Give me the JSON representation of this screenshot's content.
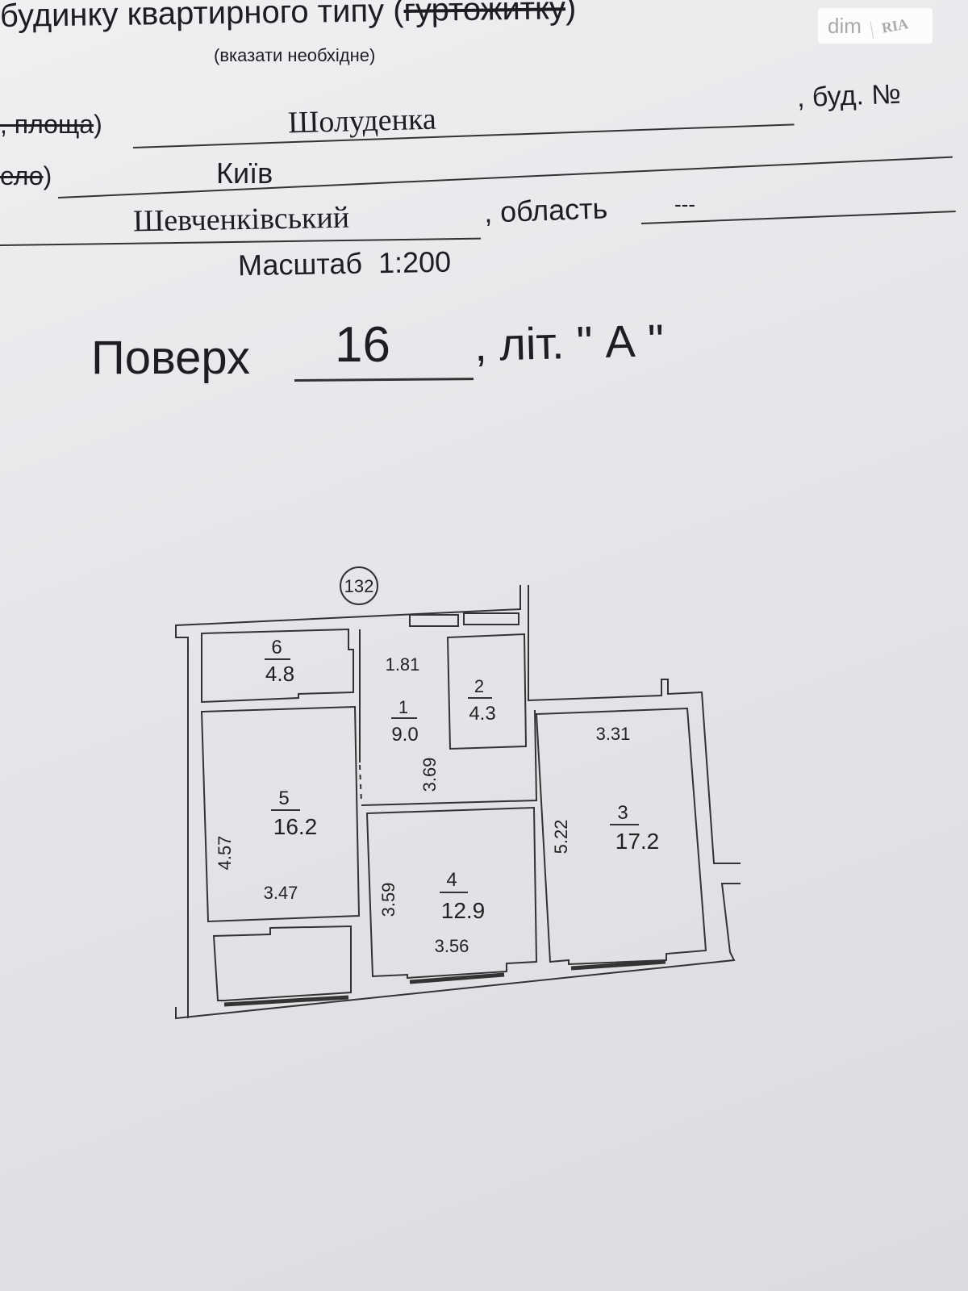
{
  "header": {
    "title_prefix": "будинку квартирного типу (",
    "title_struck": "гуртожитку",
    "title_suffix": ")",
    "hint": "(вказати необхідне)"
  },
  "address": {
    "street_label_struck": ", площа",
    "street_label_end": ")",
    "street_value": "Шолуденка",
    "building_label": ", буд. №",
    "city_label_struck": "ело",
    "city_label_end": ")",
    "city_value": "Київ",
    "district_value": "Шевченківський",
    "region_label": ", область",
    "region_value": "---"
  },
  "scale": {
    "label": "Масштаб",
    "value": "1:200"
  },
  "floor": {
    "label": "Поверх",
    "value": "16",
    "lit_label": ", літ. \"",
    "lit_value": "A",
    "lit_close": "\""
  },
  "plan": {
    "unit_number": "132",
    "rooms": [
      {
        "no": "1",
        "area": "9.0"
      },
      {
        "no": "2",
        "area": "4.3"
      },
      {
        "no": "3",
        "area": "17.2"
      },
      {
        "no": "4",
        "area": "12.9"
      },
      {
        "no": "5",
        "area": "16.2"
      },
      {
        "no": "6",
        "area": "4.8"
      }
    ],
    "dimensions": {
      "d1": "1.81",
      "d2": "3.69",
      "d3": "3.31",
      "d4": "5.22",
      "d5": "4.57",
      "d6": "3.47",
      "d7": "3.59",
      "d8": "3.56"
    }
  },
  "watermark": {
    "left": "dim",
    "right": "RIA"
  }
}
